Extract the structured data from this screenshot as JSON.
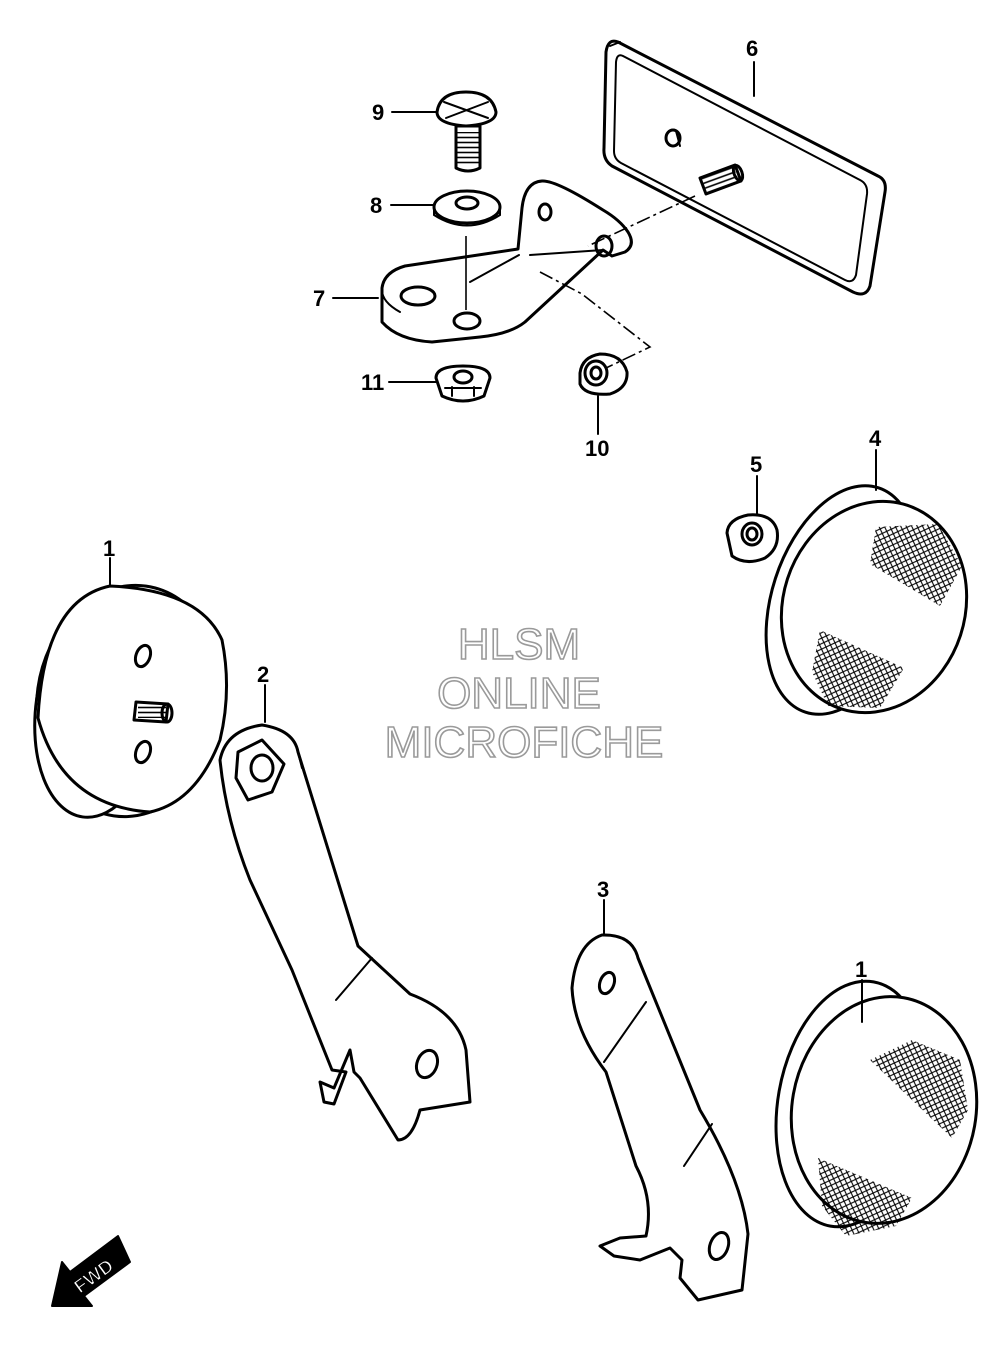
{
  "callouts": [
    {
      "id": "9",
      "label": "9"
    },
    {
      "id": "8",
      "label": "8"
    },
    {
      "id": "7",
      "label": "7"
    },
    {
      "id": "6",
      "label": "6"
    },
    {
      "id": "11",
      "label": "11"
    },
    {
      "id": "10",
      "label": "10"
    },
    {
      "id": "5",
      "label": "5"
    },
    {
      "id": "4",
      "label": "4"
    },
    {
      "id": "1a",
      "label": "1"
    },
    {
      "id": "2",
      "label": "2"
    },
    {
      "id": "3",
      "label": "3"
    },
    {
      "id": "1b",
      "label": "1"
    }
  ],
  "watermark": {
    "line1": "HLSM",
    "line2": "ONLINE",
    "line3": "MICROFICHE",
    "color": "#9a9a9a"
  },
  "fwd_arrow": {
    "label": "FWD"
  }
}
